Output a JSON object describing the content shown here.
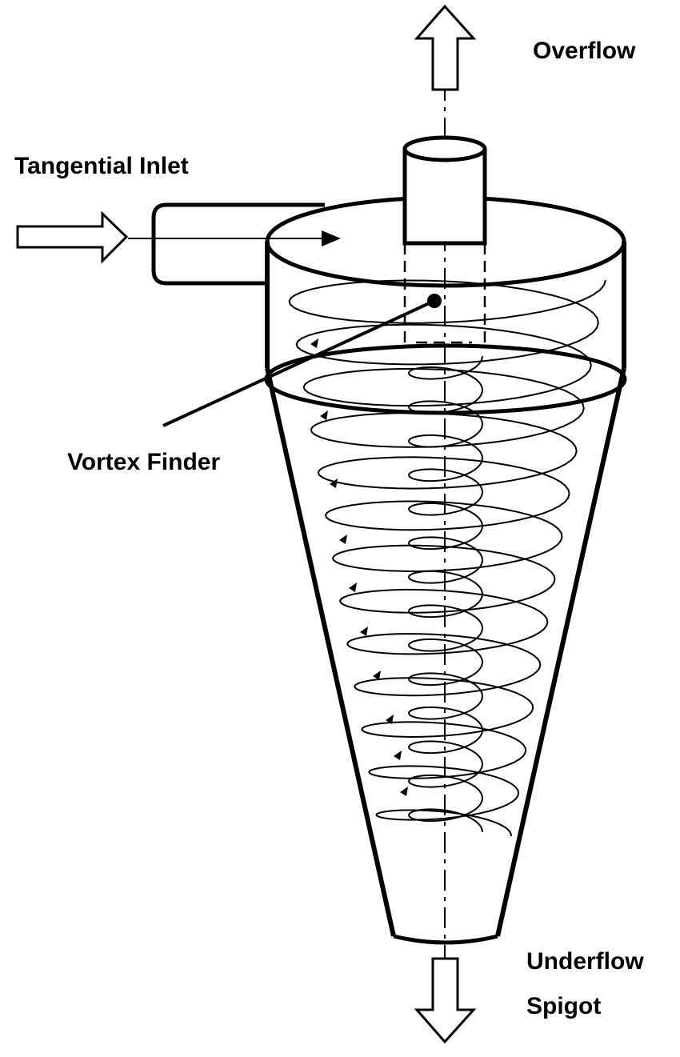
{
  "labels": {
    "overflow": "Overflow",
    "tangential_inlet": "Tangential Inlet",
    "vortex_finder": "Vortex Finder",
    "underflow": "Underflow",
    "spigot": "Spigot"
  },
  "colors": {
    "ink": "#000000",
    "background": "#ffffff"
  }
}
